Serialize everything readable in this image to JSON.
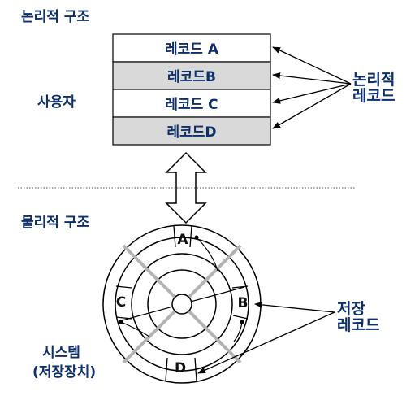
{
  "labels": {
    "logical_structure": "논리적 구조",
    "user": "사용자",
    "logical_record_line1": "논리적",
    "logical_record_line2": "레코드",
    "physical_structure": "물리적 구조",
    "storage_record_line1": "저장",
    "storage_record_line2": "레코드",
    "system_line1": "시스템",
    "system_line2": "(저장장치)"
  },
  "records": [
    {
      "label": "레코드 A",
      "fill": "#ffffff"
    },
    {
      "label": "레코드B",
      "fill": "#d9d9d9"
    },
    {
      "label": "레코드 C",
      "fill": "#ffffff"
    },
    {
      "label": "레코드D",
      "fill": "#d9d9d9"
    }
  ],
  "disk_sectors": [
    "A",
    "B",
    "C",
    "D"
  ],
  "colors": {
    "text_blue": "#0d2f6b",
    "record_gray": "#d9d9d9",
    "disk_divider_gray": "#b3b3b3",
    "line": "#000000"
  }
}
